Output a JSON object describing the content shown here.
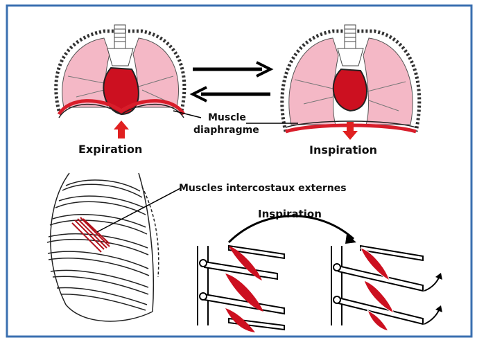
{
  "labels": {
    "expiration": "Expiration",
    "inspiration_top": "Inspiration",
    "muscle_line1": "Muscle",
    "muscle_line2": "diaphragme",
    "intercostaux": "Muscles intercostaux externes",
    "inspiration_bottom": "Inspiration"
  },
  "colors": {
    "frame": "#3a6fb0",
    "lung": "#f4b8c6",
    "heart": "#cc1020",
    "diaphragm": "#d81d2a",
    "arrow": "#e02020"
  }
}
